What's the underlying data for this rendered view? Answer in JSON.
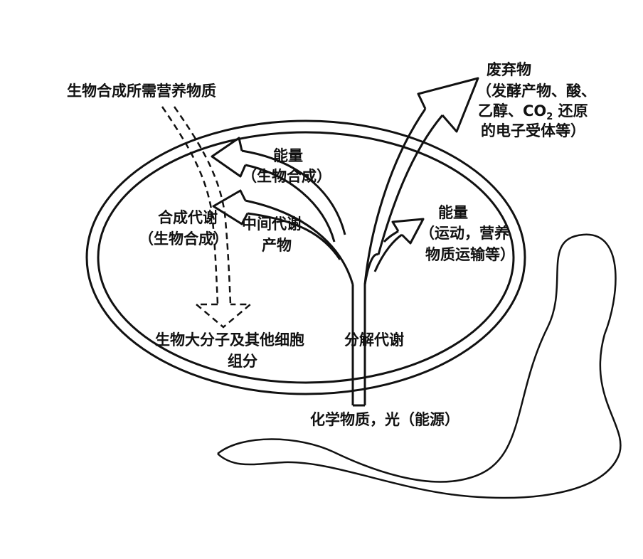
{
  "labels": {
    "nutrients": "生物合成所需营养物质",
    "waste_title": "废弃物",
    "waste_line1": "（发酵产物、酸、",
    "waste_line2_pre": "乙醇、CO",
    "waste_line2_sub": "2",
    "waste_line2_post": " 还原",
    "waste_line3": "的电子受体等）",
    "energy_top_title": "能量",
    "energy_top_sub": "（生物合成）",
    "anabolism_title": "合成代谢",
    "anabolism_sub": "（生物合成）",
    "intermediate_line1": "中间代谢",
    "intermediate_line2": "产物",
    "energy_right_title": "能量",
    "energy_right_line1": "（运动，营养",
    "energy_right_line2": "物质运输等）",
    "macro_line1": "生物大分子及其他细胞",
    "macro_line2": "组分",
    "catabolism": "分解代谢",
    "source": "化学物质，光（能源）"
  }
}
